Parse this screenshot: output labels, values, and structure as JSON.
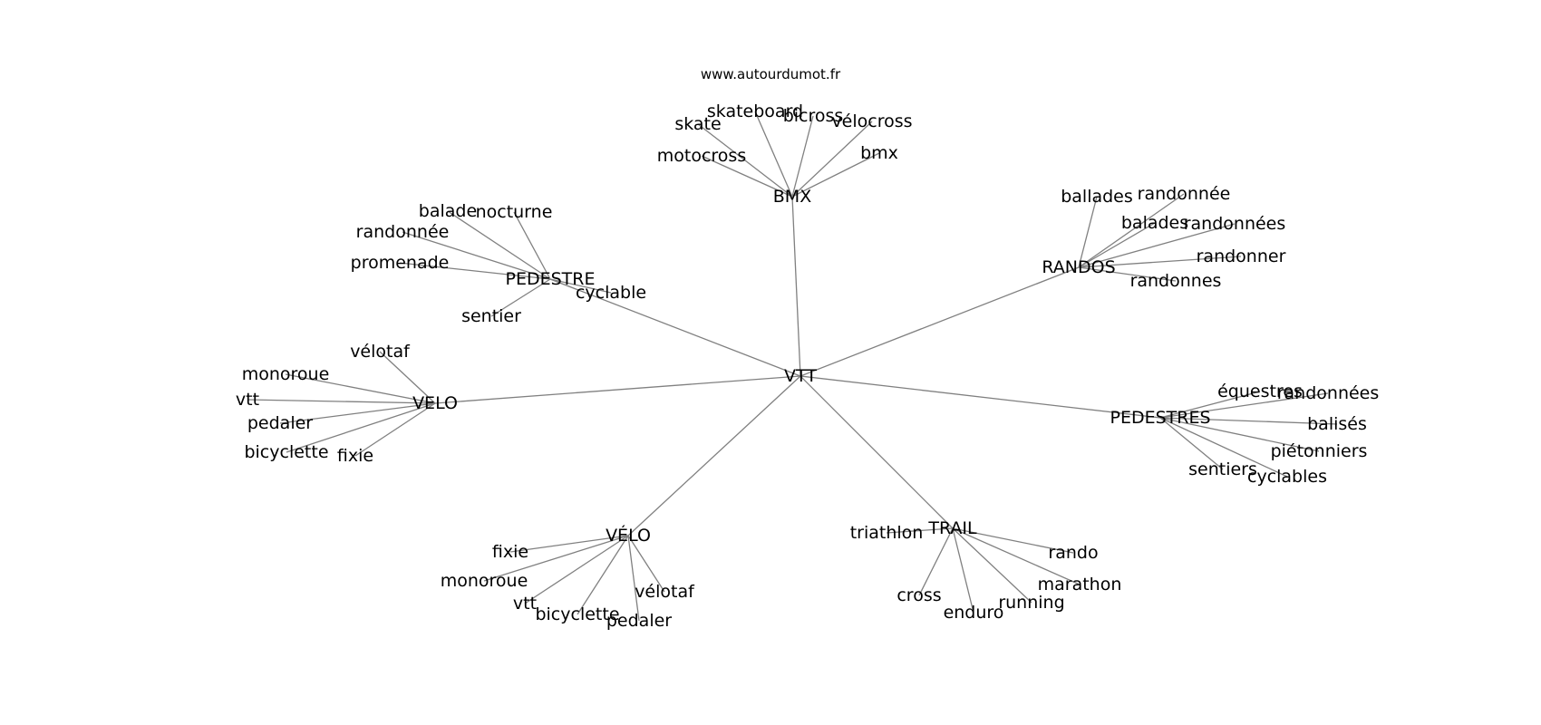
{
  "source": "www.autourdumot.fr",
  "root": "VTT",
  "clusters": [
    {
      "id": "bmx",
      "label": "BMX",
      "children": [
        "skate",
        "skateboard",
        "bicross",
        "vélocross",
        "motocross",
        "bmx"
      ]
    },
    {
      "id": "randos",
      "label": "RANDOS",
      "children": [
        "ballades",
        "randonnée",
        "balades",
        "randonnées",
        "randonner",
        "randonnes"
      ]
    },
    {
      "id": "pedestre",
      "label": "PEDESTRE",
      "children": [
        "balade",
        "nocturne",
        "randonnée",
        "promenade",
        "cyclable",
        "sentier"
      ]
    },
    {
      "id": "velo",
      "label": "VELO",
      "children": [
        "vélotaf",
        "monoroue",
        "vtt",
        "pedaler",
        "bicyclette",
        "fixie"
      ]
    },
    {
      "id": "pedestres",
      "label": "PEDESTRES",
      "children": [
        "équestres",
        "randonnées",
        "balisés",
        "piétonniers",
        "sentiers",
        "cyclables"
      ]
    },
    {
      "id": "velo-accent",
      "label": "VÉLO",
      "children": [
        "fixie",
        "monoroue",
        "vtt",
        "bicyclette",
        "pedaler",
        "vélotaf"
      ]
    },
    {
      "id": "trail",
      "label": "TRAIL",
      "children": [
        "triathlon",
        "rando",
        "marathon",
        "cross",
        "enduro",
        "running"
      ]
    }
  ]
}
